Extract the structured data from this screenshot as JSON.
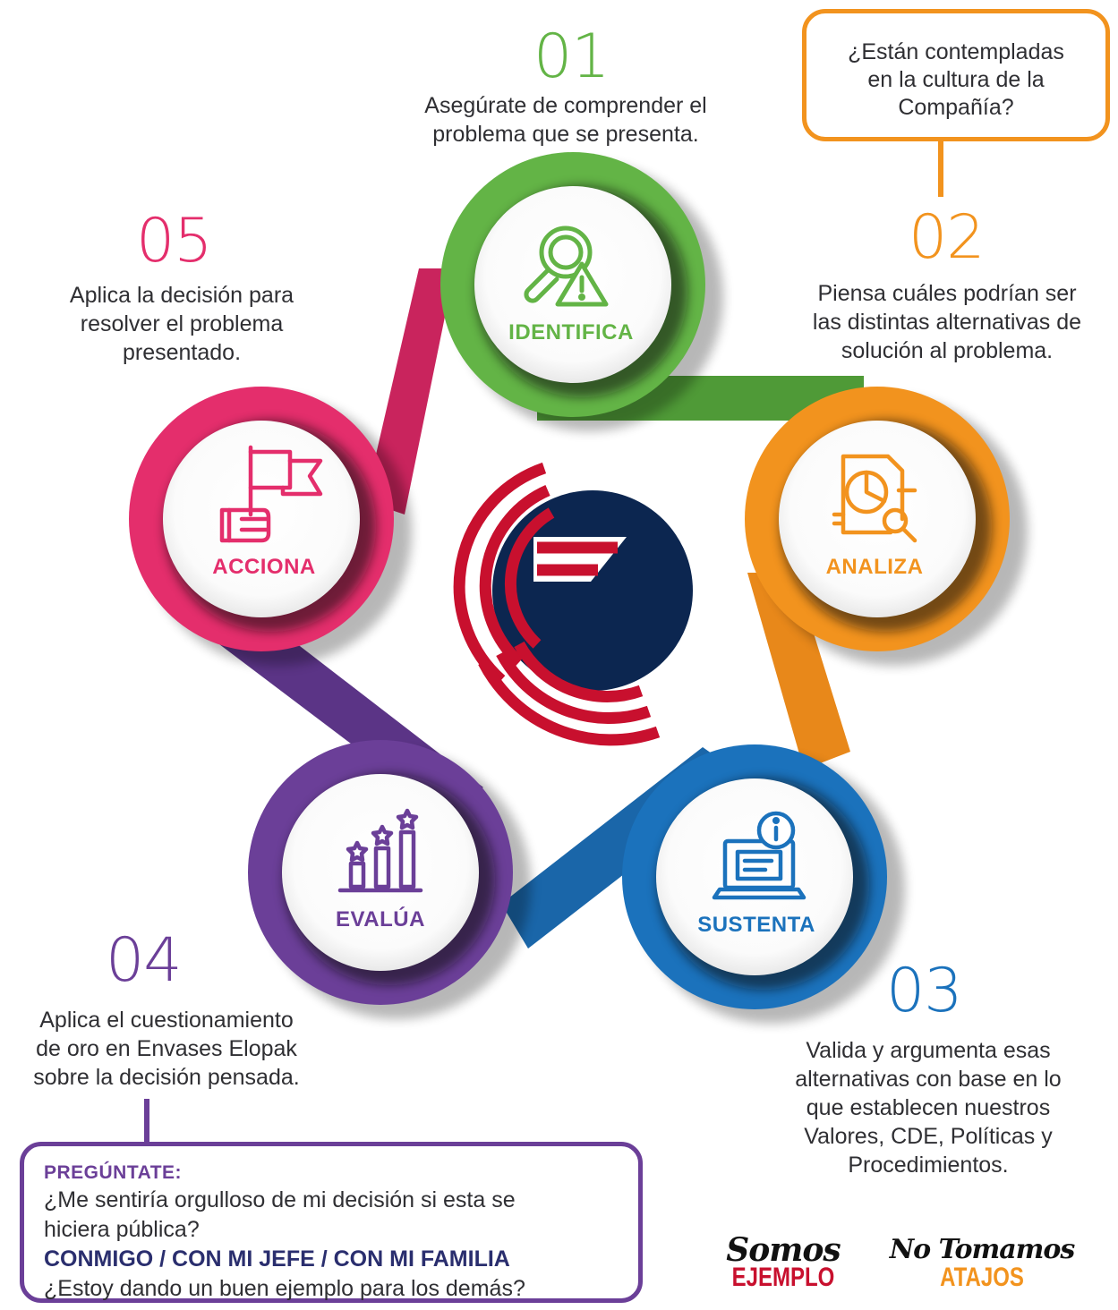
{
  "colors": {
    "green": "#63b446",
    "orange": "#f2931e",
    "blue": "#1b72bc",
    "purple": "#6b3f98",
    "magenta": "#e42e6c",
    "logo_red": "#c8102e",
    "logo_navy": "#0c2650"
  },
  "steps": [
    {
      "number": "01",
      "label": "IDENTIFICA",
      "icon": "search-warning-icon",
      "description": [
        "Asegúrate de comprender el",
        "problema que se presenta."
      ]
    },
    {
      "number": "02",
      "label": "ANALIZA",
      "icon": "document-chart-search-icon",
      "description": [
        "Piensa cuáles podrían ser",
        "las distintas alternativas de",
        "solución al problema."
      ]
    },
    {
      "number": "03",
      "label": "SUSTENTA",
      "icon": "laptop-info-icon",
      "description": [
        "Valida y argumenta esas",
        "alternativas con base en lo",
        "que establecen nuestros",
        "Valores, CDE, Políticas y",
        "Procedimientos."
      ]
    },
    {
      "number": "04",
      "label": "EVALÚA",
      "icon": "bar-chart-stars-icon",
      "description": [
        "Aplica el cuestionamiento",
        "de oro en Envases Elopak",
        "sobre la decisión pensada."
      ]
    },
    {
      "number": "05",
      "label": "ACCIONA",
      "icon": "hand-flag-icon",
      "description": [
        "Aplica la decisión para",
        "resolver el problema",
        "presentado."
      ]
    }
  ],
  "callout_culture": [
    "¿Están contempladas",
    "en la cultura de la",
    "Compañía?"
  ],
  "callout_ask": {
    "title": "PREGÚNTATE:",
    "line1": "¿Me sentiría orgulloso de mi decisión si esta se",
    "line2": "hiciera pública?",
    "bold": "CONMIGO / CON MI JEFE / CON MI FAMILIA",
    "line3": "¿Estoy dando un buen ejemplo para los demás?"
  },
  "brands": [
    {
      "top": "Somos",
      "bottom": "EJEMPLO"
    },
    {
      "top": "No Tomamos",
      "bottom": "ATAJOS"
    }
  ]
}
